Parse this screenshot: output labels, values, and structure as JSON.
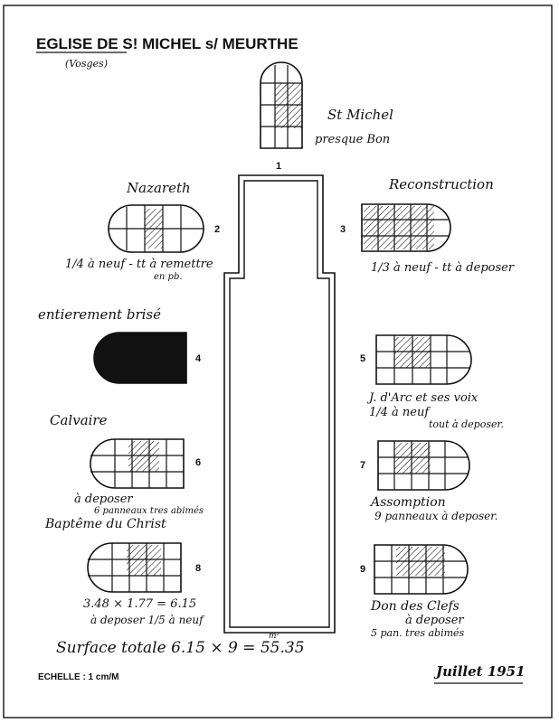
{
  "title": {
    "main": "EGLISE DE S! MICHEL s/ MEURTHE",
    "sub": "(Vosges)"
  },
  "windows": [
    {
      "number": "1",
      "name": "St Michel",
      "note1": "presque Bon",
      "note2": ""
    },
    {
      "number": "2",
      "name": "Nazareth",
      "note1": "1/4 à neuf - tt à remettre",
      "note2": "en pb."
    },
    {
      "number": "3",
      "name": "Reconstruction",
      "note1": "1/3 à neuf - tt à deposer",
      "note2": ""
    },
    {
      "number": "4",
      "name": "entierement brisé",
      "note1": "",
      "note2": ""
    },
    {
      "number": "5",
      "name": "J. d'Arc et ses voix",
      "note1": "1/4 à neuf",
      "note2": "tout à deposer."
    },
    {
      "number": "6",
      "name": "Calvaire",
      "note1": "à deposer",
      "note2": "6 panneaux tres abimés"
    },
    {
      "number": "7",
      "name": "Assomption",
      "note1": "9 panneaux à deposer.",
      "note2": ""
    },
    {
      "number": "8",
      "name": "Baptême du Christ",
      "note1": "3.48 × 1.77 = 6.15",
      "note2": "à deposer 1/5 à neuf"
    },
    {
      "number": "9",
      "name": "Don des Clefs",
      "note1": "à deposer",
      "note2": "5 pan. tres abimés"
    }
  ],
  "surface": {
    "text": "Surface totale 6.15 × 9 = 55.35",
    "unit": "m²"
  },
  "scale_label": "ECHELLE : 1 cm/M",
  "date": "Juillet 1951"
}
